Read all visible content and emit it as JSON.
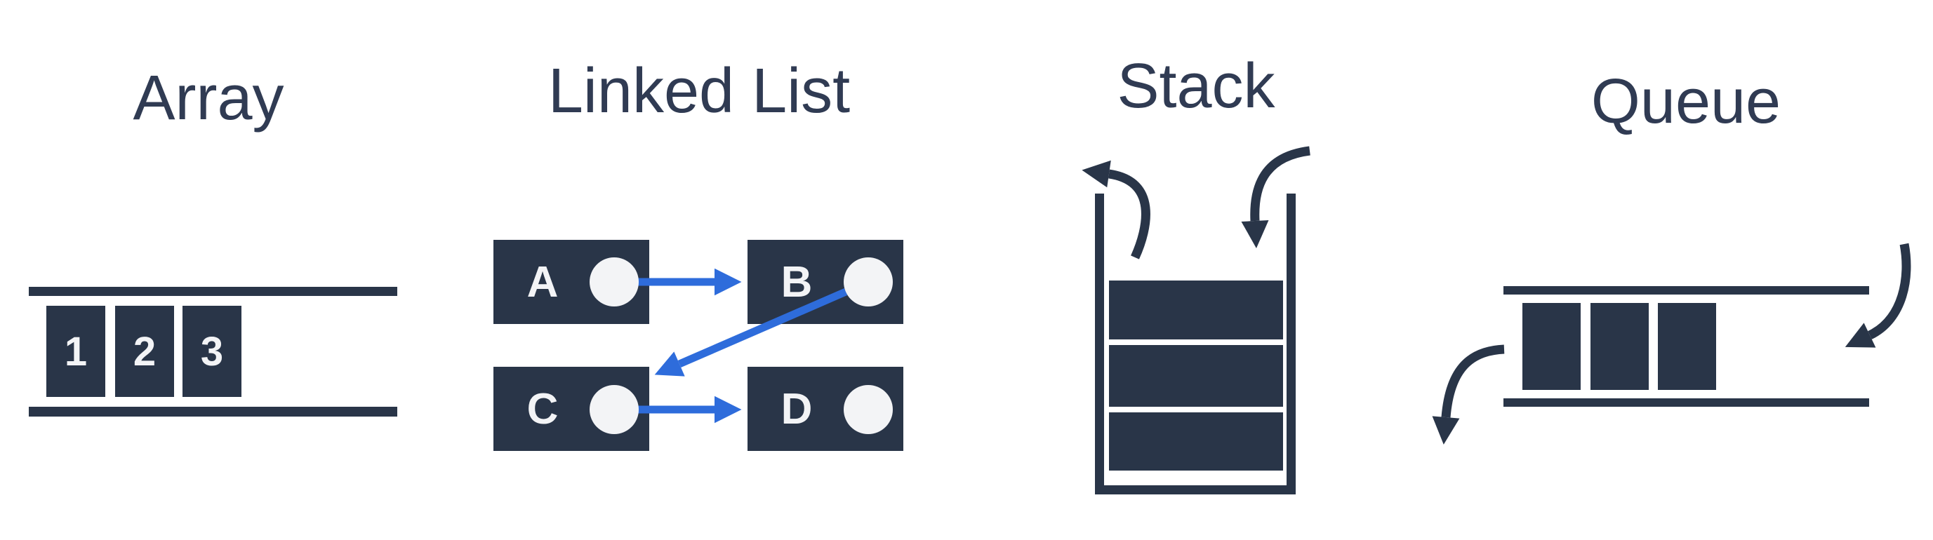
{
  "colors": {
    "navy": "#293548",
    "blue": "#2e6cdb",
    "light": "#f3f4f6",
    "title": "#303b53"
  },
  "sections": {
    "array": {
      "title": "Array",
      "cells": [
        "1",
        "2",
        "3"
      ]
    },
    "linked_list": {
      "title": "Linked List",
      "nodes": [
        "A",
        "B",
        "C",
        "D"
      ],
      "edges": [
        "A->B",
        "B->C",
        "C->D"
      ]
    },
    "stack": {
      "title": "Stack",
      "item_count": 3,
      "arrows": [
        "pop-out-top-left",
        "push-in-top-right"
      ]
    },
    "queue": {
      "title": "Queue",
      "item_count": 3,
      "arrows": [
        "dequeue-out-left",
        "enqueue-in-right"
      ]
    }
  }
}
